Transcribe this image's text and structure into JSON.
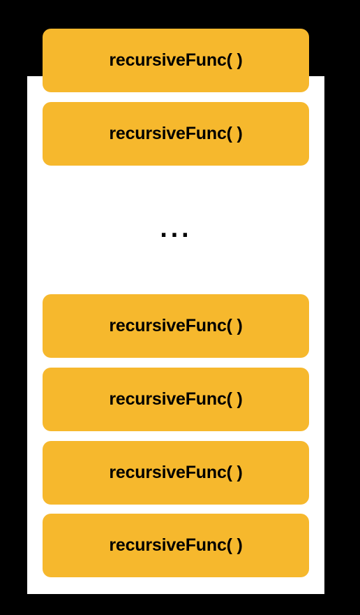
{
  "colors": {
    "background": "#000000",
    "stack_area": "#ffffff",
    "frame_fill": "#f6b82d",
    "text": "#000000"
  },
  "stack": {
    "top_frames": [
      {
        "label": "recursiveFunc( )"
      },
      {
        "label": "recursiveFunc( )"
      }
    ],
    "ellipsis": "...",
    "bottom_frames": [
      {
        "label": "recursiveFunc( )"
      },
      {
        "label": "recursiveFunc( )"
      },
      {
        "label": "recursiveFunc( )"
      },
      {
        "label": "recursiveFunc( )"
      }
    ]
  }
}
